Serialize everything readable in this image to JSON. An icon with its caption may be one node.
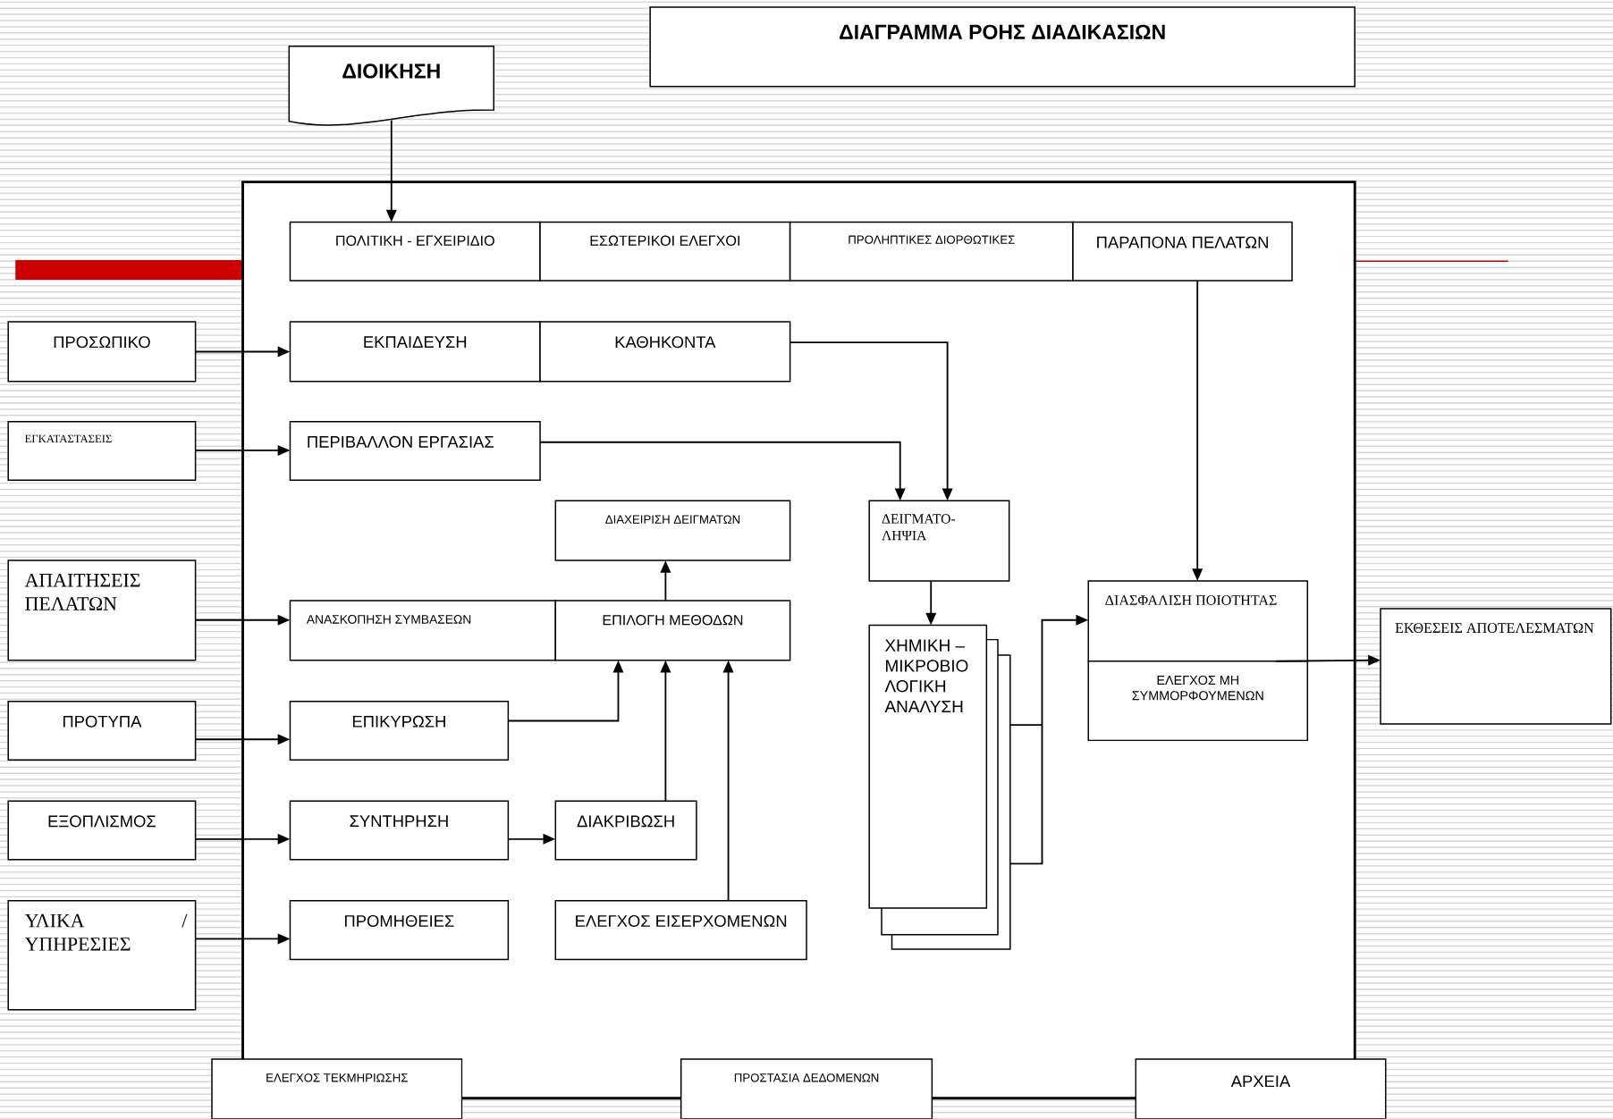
{
  "diagram": {
    "title": "ΔΙΑΓΡΑΜΜΑ ΡΟΗΣ ΔΙΑΔΙΚΑΣΙΩΝ",
    "nodes": [
      {
        "text": [
          "ΔΙΟΙΚΗΣΗ"
        ]
      },
      {
        "text": [],
        "shape": "box"
      },
      {
        "text": [
          "ΠΟΛΙΤΙΚΗ - ΕΓΧΕΙΡΙΔΙΟ"
        ],
        "in": 1
      },
      {
        "text": [
          "ΕΣΩΤΕΡΙΚΟΙ ΕΛΕΓΧΟΙ"
        ],
        "in": 1
      },
      {
        "text": [
          "ΠΡΟΛΗΠΤΙΚΕΣ ΔΙΟΡΘΩΤΙΚΕΣ"
        ],
        "in": 1
      },
      {
        "text": [
          "ΠΑΡΑΠΟΝΑ ΠΕΛΑΤΩΝ"
        ],
        "in": 1
      },
      {
        "text": [
          "ΠΡΟΣΩΠΙΚΟ"
        ]
      },
      {
        "text": [
          "ΕΚΠΑΙΔΕΥΣΗ"
        ],
        "in": 1
      },
      {
        "text": [
          "ΚΑΘΗΚΟΝΤΑ"
        ],
        "in": 1
      },
      {
        "text": [
          "ΕΓΚΑΤΑΣΤΑΣΕΙΣ"
        ]
      },
      {
        "text": [
          "ΠΕΡΙΒΑΛΛΟΝ ΕΡΓΑΣΙΑΣ"
        ],
        "in": 1
      },
      {
        "text": [
          "ΔΙΑΧΕΙΡΙΣΗ ΔΕΙΓΜΑΤΩΝ"
        ],
        "in": 1
      },
      {
        "text": [
          "ΔΕΙΓΜΑΤΟ- ΛΗΨΙΑ"
        ],
        "in": 1
      },
      {
        "text": [
          "ΑΠΑΙΤΗΣΕΙΣ ΠΕΛΑΤΩΝ"
        ]
      },
      {
        "text": [
          "ΑΝΑΣΚΟΠΗΣΗ ΣΥΜΒΑΣΕΩΝ"
        ],
        "in": 1
      },
      {
        "text": [
          "ΕΠΙΛΟΓΗ ΜΕΘΟΔΩΝ"
        ],
        "in": 1
      },
      {
        "text": [
          "ΧΗΜΙΚΗ – ΜΙΚΡΟΒΙΟ ΛΟΓΙΚΗ ΑΝΑΛΥΣΗ"
        ],
        "in": 1
      },
      {
        "text": [
          "ΔΙΑΣΦΑΛΙΣΗ ΠΟΙΟΤΗΤΑΣ"
        ],
        "in": 1
      },
      {
        "text": [
          "ΕΛΕΓΧΟΣ ΜΗ ΣΥΜΜΟΡΦΟΥΜΕΝΩΝ"
        ],
        "in": 1
      },
      {
        "text": [
          "ΕΚΘΕΣΕΙΣ ΑΠΟΤΕΛΕΣΜΑΤΩΝ"
        ]
      },
      {
        "text": [
          "ΠΡΟΤΥΠΑ"
        ]
      },
      {
        "text": [
          "ΕΠΙΚΥΡΩΣΗ"
        ],
        "in": 1
      },
      {
        "text": [
          "ΕΞΟΠΛΙΣΜΟΣ"
        ]
      },
      {
        "text": [
          "ΣΥΝΤΗΡΗΣΗ"
        ],
        "in": 1
      },
      {
        "text": [
          "ΔΙΑΚΡΙΒΩΣΗ"
        ],
        "in": 1
      },
      {
        "text": [
          "ΥΛΙΚΑ / ΥΠΗΡΕΣΙΕΣ"
        ]
      },
      {
        "text": [
          "ΠΡΟΜΗΘΕΙΕΣ"
        ],
        "in": 1
      },
      {
        "text": [
          "ΕΛΕΓΧΟΣ ΕΙΣΕΡΧΟΜΕΝΩΝ"
        ],
        "in": 1
      },
      {
        "text": [
          "ΕΛΕΓΧΟΣ ΤΕΚΜΗΡΙΩΣΗΣ"
        ]
      },
      {
        "text": [
          "ΠΡΟΣΤΑΣΙΑ ΔΕΔΟΜΕΝΩΝ"
        ]
      },
      {
        "text": [
          "ΑΡΧΕΙΑ"
        ]
      }
    ],
    "edges": [
      {
        "from": 0,
        "to": 2,
        "arrow": "to"
      },
      {
        "from": 6,
        "to": 7,
        "arrow": "to"
      },
      {
        "from": 9,
        "to": 10,
        "arrow": "to"
      },
      {
        "from": 13,
        "to": 14,
        "arrow": "to"
      },
      {
        "from": 20,
        "to": 21,
        "arrow": "to"
      },
      {
        "from": 22,
        "to": 23,
        "arrow": "to"
      },
      {
        "from": 25,
        "to": 26,
        "arrow": "to"
      },
      {
        "from": 23,
        "to": 24,
        "arrow": "to"
      },
      {
        "from": 8,
        "to": 12,
        "arrow": "to"
      },
      {
        "from": 10,
        "to": 12,
        "arrow": "to"
      },
      {
        "from": 5,
        "to": 17,
        "arrow": "to"
      },
      {
        "from": 15,
        "to": 11,
        "arrow": "to"
      },
      {
        "from": 21,
        "to": 15,
        "arrow": "to"
      },
      {
        "from": 24,
        "to": 15,
        "arrow": "to"
      },
      {
        "from": 27,
        "to": 15,
        "arrow": "to"
      },
      {
        "from": 12,
        "to": 16,
        "arrow": "to"
      },
      {
        "from": 16,
        "to": 17,
        "arrow": "to"
      },
      {
        "from": 17,
        "to": 19,
        "arrow": "to"
      }
    ]
  }
}
